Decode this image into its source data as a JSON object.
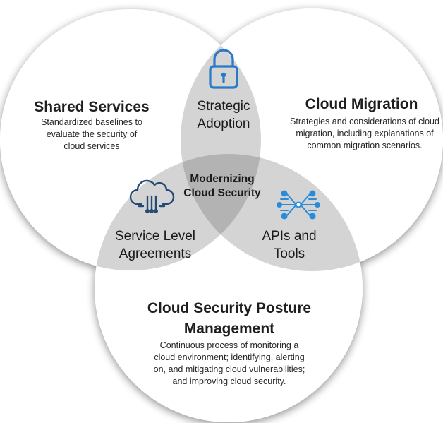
{
  "regions": {
    "shared_services": {
      "title": "Shared Services",
      "description": "Standardized baselines to evaluate the security of cloud services"
    },
    "cloud_migration": {
      "title": "Cloud Migration",
      "description": "Strategies and considerations of cloud migration, including explanations of common migration scenarios."
    },
    "cspm": {
      "title": "Cloud Security Posture Management",
      "description": "Continuous process of monitoring a cloud environment; identifying, alerting on, and mitigating cloud vulnerabilities; and improving cloud security."
    }
  },
  "intersections": {
    "strategic_adoption": "Strategic Adoption",
    "service_level_agreements": "Service Level Agreements",
    "apis_and_tools": "APIs and Tools"
  },
  "center": "Modernizing Cloud Security",
  "icons": {
    "strategic_adoption": "lock-icon",
    "service_level_agreements": "cloud-network-icon",
    "apis_and_tools": "api-network-icon"
  },
  "colors": {
    "circle_fill": "#ffffff",
    "overlap_pair": "#d4d4d4",
    "overlap_center": "#b3b3b3",
    "icon_blue": "#2a78c8",
    "icon_dark": "#244a78"
  }
}
